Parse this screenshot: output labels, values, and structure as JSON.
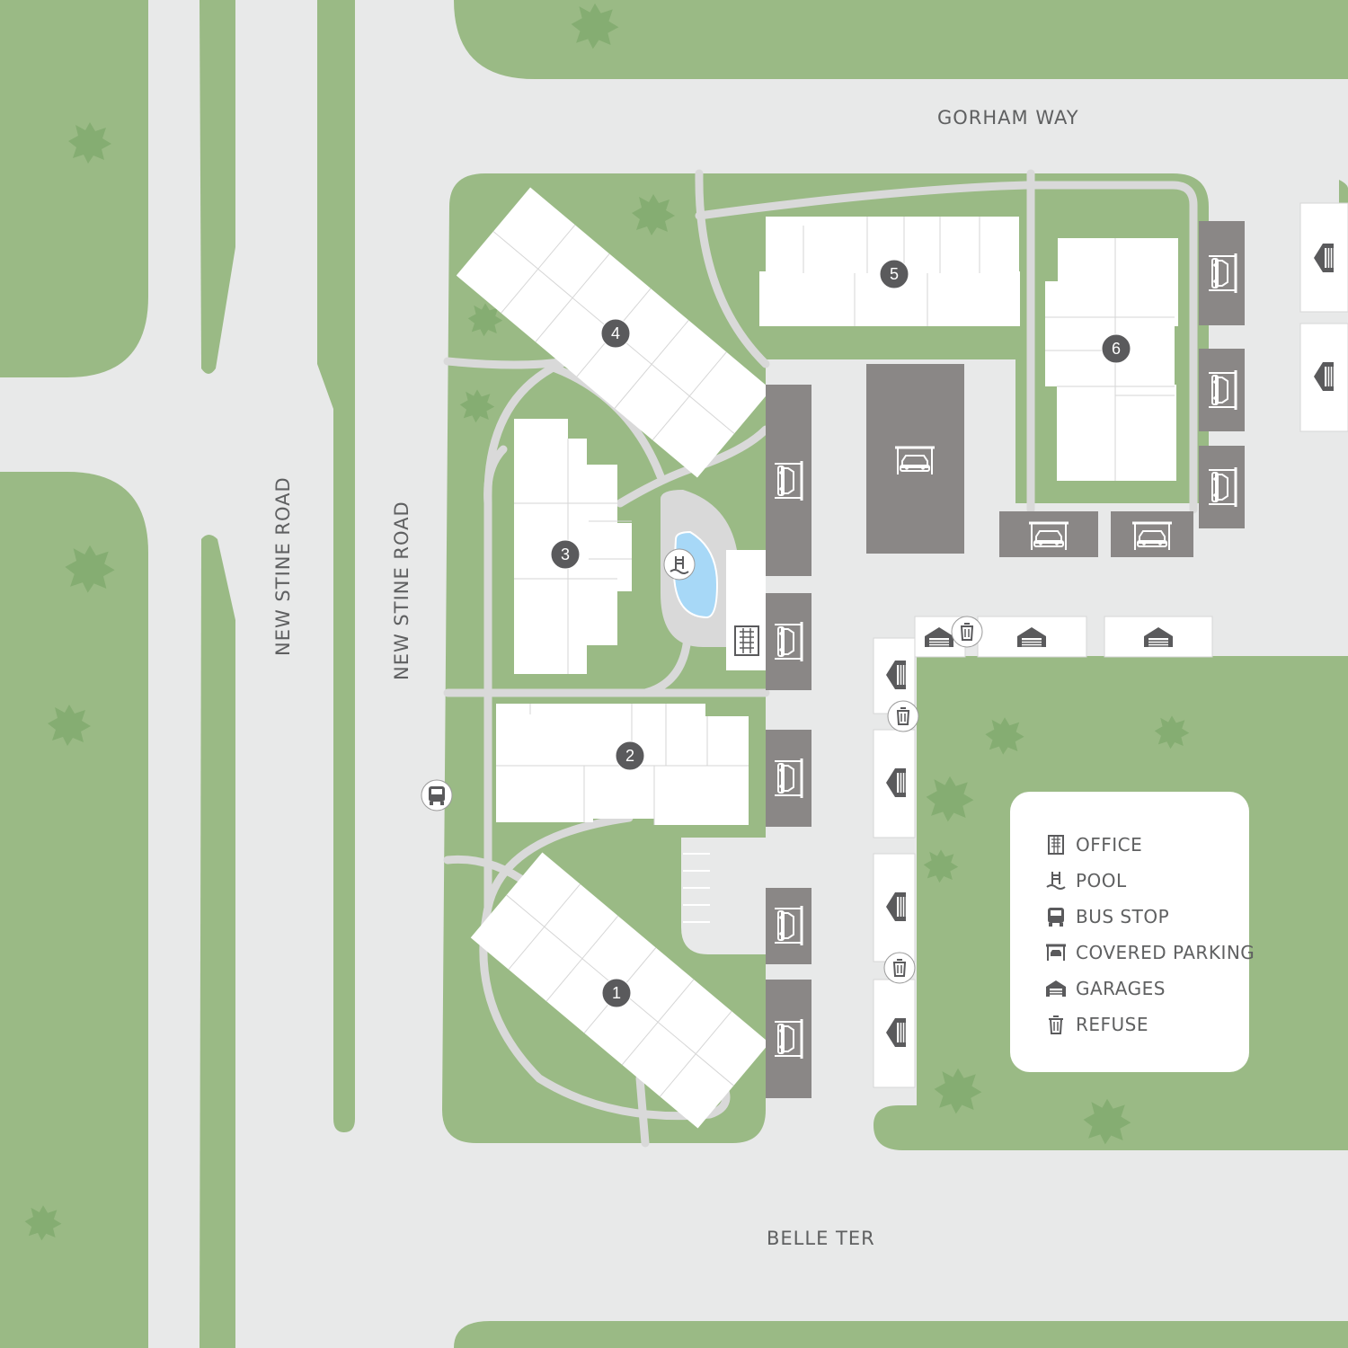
{
  "streets": {
    "gorham": "GORHAM WAY",
    "new_stine_west": "NEW STINE ROAD",
    "new_stine_east": "NEW STINE ROAD",
    "belle": "BELLE TER"
  },
  "buildings": [
    {
      "label": "1"
    },
    {
      "label": "2"
    },
    {
      "label": "3"
    },
    {
      "label": "4"
    },
    {
      "label": "5"
    },
    {
      "label": "6"
    }
  ],
  "legend": {
    "items": [
      {
        "label": "OFFICE",
        "icon": "office-icon"
      },
      {
        "label": "POOL",
        "icon": "pool-icon"
      },
      {
        "label": "BUS STOP",
        "icon": "bus-icon"
      },
      {
        "label": "COVERED PARKING",
        "icon": "covered-parking-icon"
      },
      {
        "label": "GARAGES",
        "icon": "garage-icon"
      },
      {
        "label": "REFUSE",
        "icon": "trash-icon"
      }
    ]
  },
  "colors": {
    "grass": "#9aba85",
    "road": "#e8e9e9",
    "path": "#d9d9d9",
    "building": "#ffffff",
    "parking": "#8a8786",
    "pool": "#a7d8f7",
    "marker": "#5a5a5c",
    "text": "#5f6061"
  }
}
